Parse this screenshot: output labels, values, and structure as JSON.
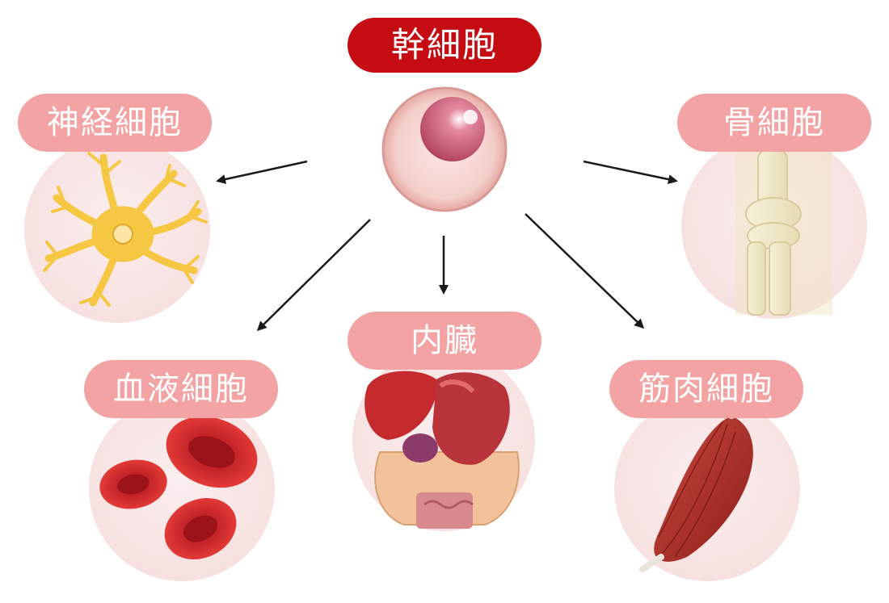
{
  "stem_cell": {
    "label": "幹細胞"
  },
  "targets": {
    "nerve": {
      "label": "神経細胞"
    },
    "bone": {
      "label": "骨細胞"
    },
    "organs": {
      "label": "内臓"
    },
    "blood": {
      "label": "血液細胞"
    },
    "muscle": {
      "label": "筋肉細胞"
    }
  },
  "colors": {
    "stem_label": "#c40c12",
    "target_label": "#f3a3a3",
    "circle_bg": "#f7e1e1",
    "arrow": "#1a1a1a"
  },
  "icons": [
    "stem-cell-icon",
    "neuron-icon",
    "bone-icon",
    "organs-icon",
    "red-blood-cells-icon",
    "muscle-icon"
  ]
}
